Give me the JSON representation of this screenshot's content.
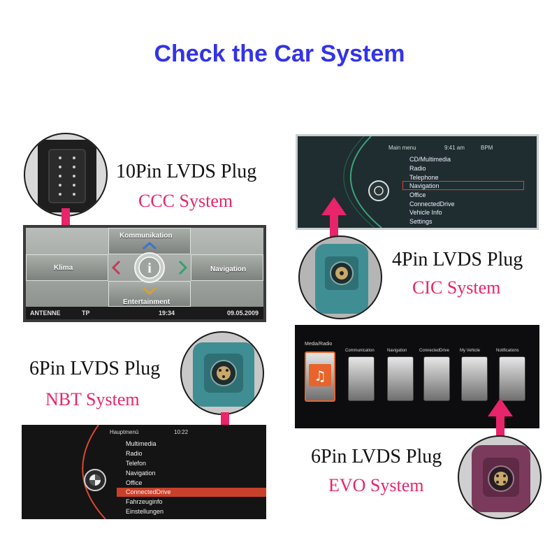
{
  "title": "Check the Car System",
  "ccc": {
    "plug": "10Pin LVDS Plug",
    "system": "CCC System",
    "screen": {
      "top": "Kommunikation",
      "left": "Klima",
      "right": "Navigation",
      "bottom": "Entertainment",
      "center_icon": "i",
      "status": [
        "ANTENNE",
        "TP",
        "19:34",
        "09.05.2009"
      ]
    }
  },
  "cic": {
    "plug": "4Pin LVDS Plug",
    "system": "CIC System",
    "screen": {
      "header": [
        "Main menu",
        "9:41 am",
        "BPM"
      ],
      "items": [
        "CD/Multimedia",
        "Radio",
        "Telephone",
        "Navigation",
        "Office",
        "ConnectedDrive",
        "Vehicle Info",
        "Settings"
      ]
    }
  },
  "nbt": {
    "plug": "6Pin LVDS Plug",
    "system": "NBT System",
    "screen": {
      "header": [
        "Hauptmenü",
        "10:22"
      ],
      "items": [
        "Multimedia",
        "Radio",
        "Telefon",
        "Navigation",
        "Office",
        "ConnectedDrive",
        "Fahrzeuginfo",
        "Einstellungen"
      ]
    }
  },
  "evo": {
    "plug": "6Pin LVDS Plug",
    "system": "EVO System",
    "screen": {
      "cards": [
        "Media/Radio",
        "Communication",
        "Navigation",
        "ConnectedDrive",
        "My Vehicle",
        "Notifications"
      ]
    }
  },
  "colors": {
    "title": "#3333e8",
    "system": "#e8246a",
    "arrow": "#e8246a",
    "connector_teal": "#3f8e93",
    "connector_violet": "#7b3a5c"
  }
}
